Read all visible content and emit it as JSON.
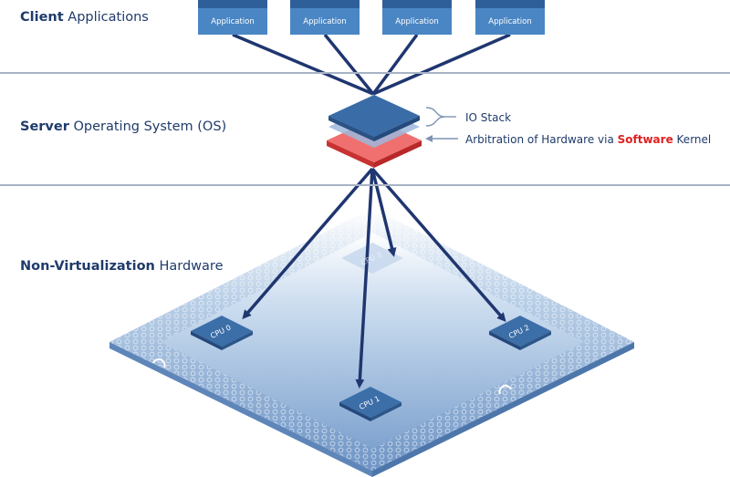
{
  "layers": {
    "client": {
      "bold": "Client",
      "rest": " Applications"
    },
    "server": {
      "bold": "Server",
      "rest": " Operating System (OS)"
    },
    "hardware": {
      "bold": "Non-Virtualization",
      "rest": " Hardware"
    }
  },
  "applications": [
    "Application",
    "Application",
    "Application",
    "Application"
  ],
  "os_stack": {
    "io_stack_label": "IO Stack",
    "arbitration_prefix": "Arbitration of Hardware via ",
    "arbitration_highlight": "Software",
    "arbitration_suffix": " Kernel"
  },
  "cpus": [
    "CPU 0",
    "CPU 1",
    "CPU 2",
    "CPU 3"
  ],
  "colors": {
    "accent": "#1f3b6b",
    "app_fill": "#4a86c4",
    "kernel_red": "#e02020",
    "board": "#8fb0d6"
  }
}
